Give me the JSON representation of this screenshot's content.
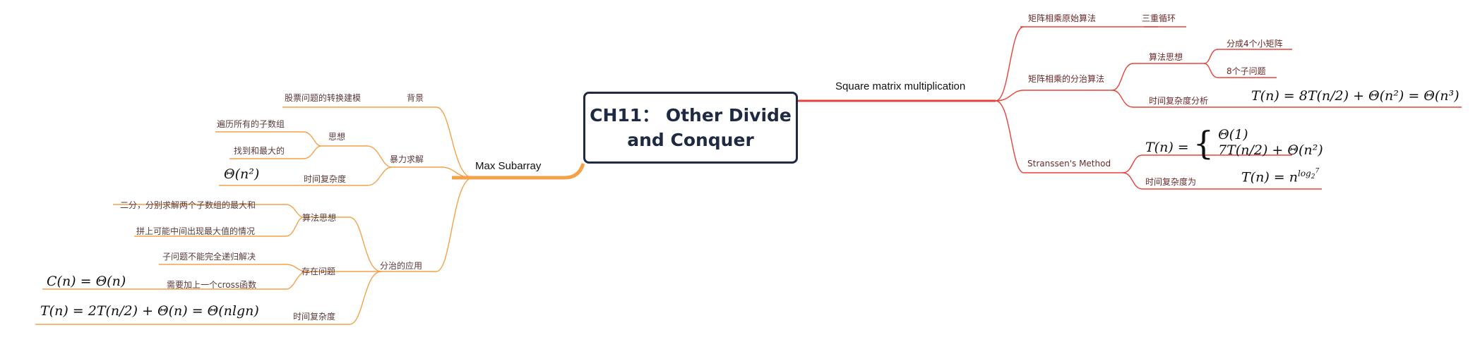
{
  "central": "CH11： Other Divide\nand Conquer",
  "left": {
    "title": "Max Subarray",
    "background": {
      "label": "背景",
      "detail": "股票问题的转换建模"
    },
    "brute_force": {
      "label": "暴力求解",
      "idea": {
        "label": "思想",
        "items": [
          "遍历所有的子数组",
          "找到和最大的"
        ]
      },
      "complexity": {
        "label": "时间复杂度",
        "formula": "Θ(n²)"
      }
    },
    "divide": {
      "label": "分治的应用",
      "algorithm": {
        "label": "算法思想",
        "items": [
          "二分，分别求解两个子数组的最大和",
          "拼上可能中间出现最大值的情况"
        ]
      },
      "problem": {
        "label": "存在问题",
        "items": [
          "子问题不能完全递归解决",
          "需要加上一个cross函数"
        ],
        "formula": "C(n) = Θ(n)"
      },
      "complexity": {
        "label": "时间复杂度",
        "formula": "T(n) = 2T(n/2) + Θ(n) = Θ(nlgn)"
      }
    }
  },
  "right": {
    "title": "Square matrix multiplication",
    "naive": {
      "label": "矩阵相乘原始算法",
      "detail": "三重循环"
    },
    "dc": {
      "label": "矩阵相乘的分治算法",
      "algorithm": {
        "label": "算法思想",
        "items": [
          "分成4个小矩阵",
          "8个子问题"
        ]
      },
      "complexity": {
        "label": "时间复杂度分析",
        "formula": "T(n) = 8T(n/2) + Θ(n²) = Θ(n³)"
      }
    },
    "strassen": {
      "label": "Stranssen's Method",
      "formula_lhs": "T(n) =",
      "formula_case1": "Θ(1)",
      "formula_case2": "7T(n/2) + Θ(n²)",
      "complexity": {
        "label": "时间复杂度为",
        "formula_base": "T(n) = n",
        "formula_exp": "log",
        "formula_sub": "2",
        "formula_sup": "7"
      }
    }
  },
  "colors": {
    "left_branch": "#f4a24a",
    "right_branch": "#e8423a",
    "central_border": "#1e2a44"
  }
}
